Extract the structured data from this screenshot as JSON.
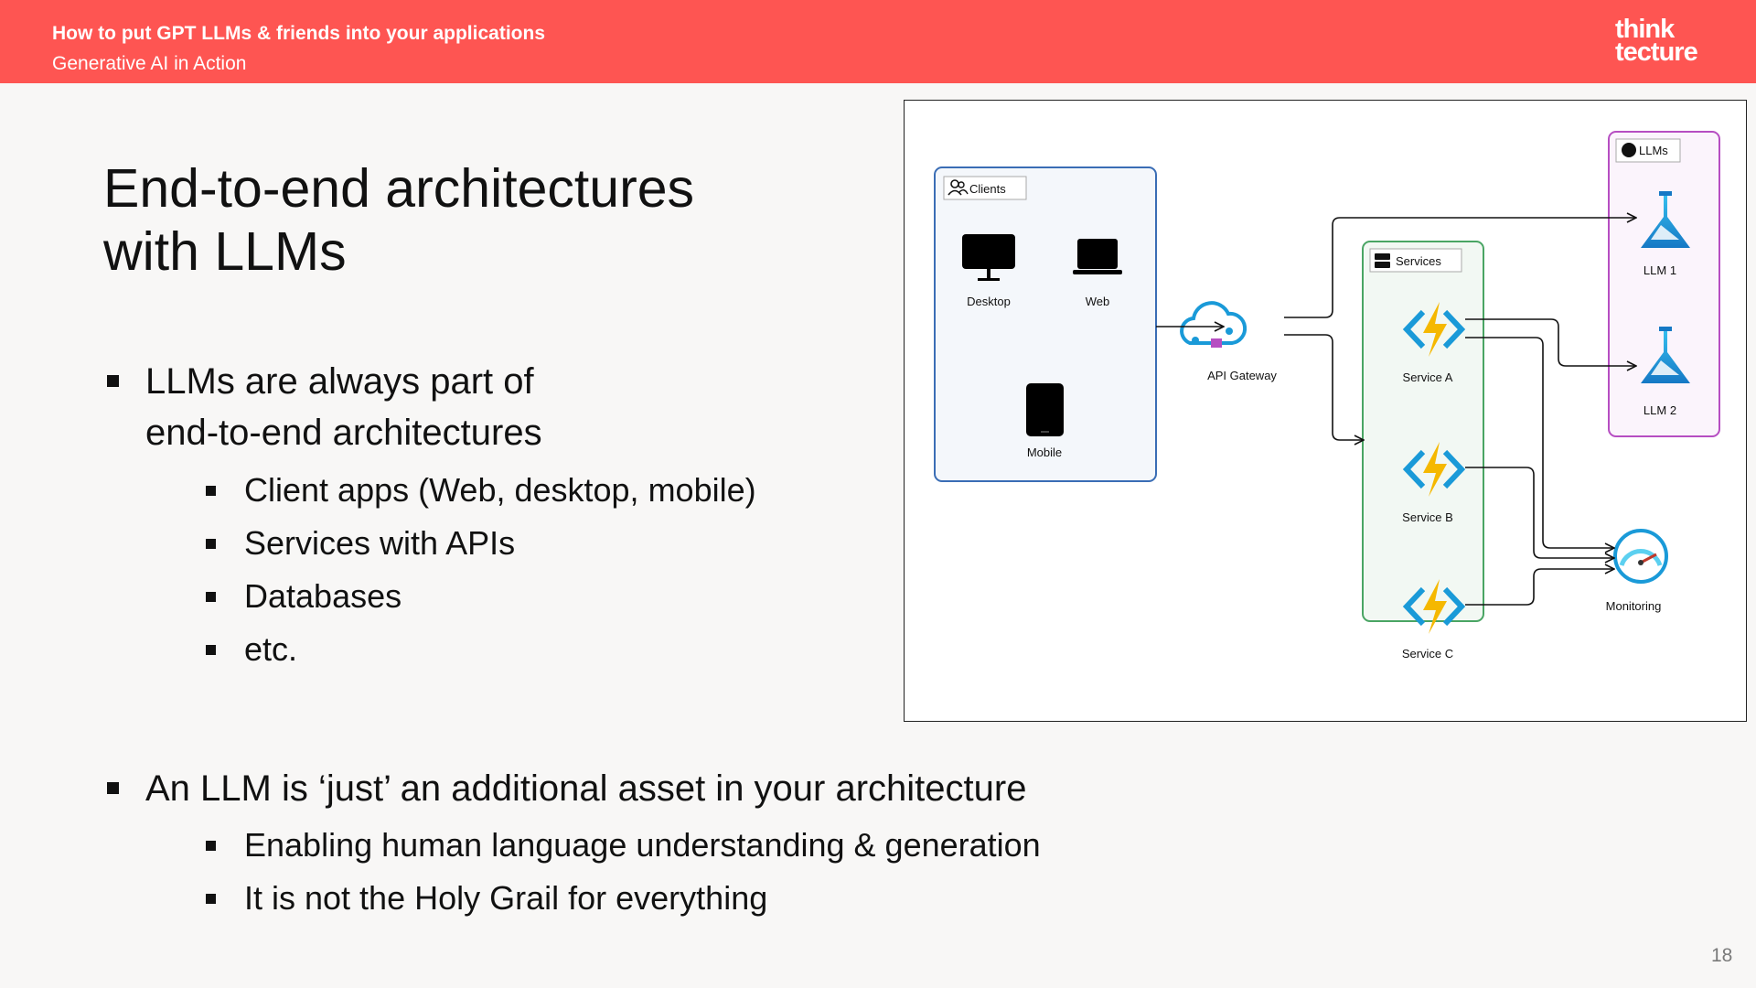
{
  "header": {
    "title": "How to put GPT LLMs & friends into your applications",
    "subtitle": "Generative AI in Action",
    "logo_line1": "think",
    "logo_line2": "tecture",
    "bar_color": "#fe5552"
  },
  "slide": {
    "title_line1": "End-to-end architectures",
    "title_line2": "with LLMs",
    "bullet1_line1": "LLMs are always part of",
    "bullet1_line2": "end-to-end architectures",
    "bullet1_subs": [
      "Client apps (Web, desktop, mobile)",
      "Services with APIs",
      "Databases",
      "etc."
    ],
    "bullet2": "An LLM is ‘just’ an additional asset in your architecture",
    "bullet2_subs": [
      "Enabling human language understanding & generation",
      "It is not the Holy Grail for everything"
    ],
    "page_number": "18"
  },
  "diagram": {
    "clients_group": "Clients",
    "desktop": "Desktop",
    "web": "Web",
    "mobile": "Mobile",
    "api_gateway": "API Gateway",
    "services_group": "Services",
    "service_a": "Service A",
    "service_b": "Service B",
    "service_c": "Service C",
    "llms_group": "LLMs",
    "llm1": "LLM 1",
    "llm2": "LLM 2",
    "monitoring": "Monitoring",
    "colors": {
      "clients_border": "#3a6db5",
      "services_border": "#4aa564",
      "llms_border": "#b64ec2",
      "azure_blue": "#1a9ad8",
      "function_yellow": "#f5b800"
    }
  }
}
